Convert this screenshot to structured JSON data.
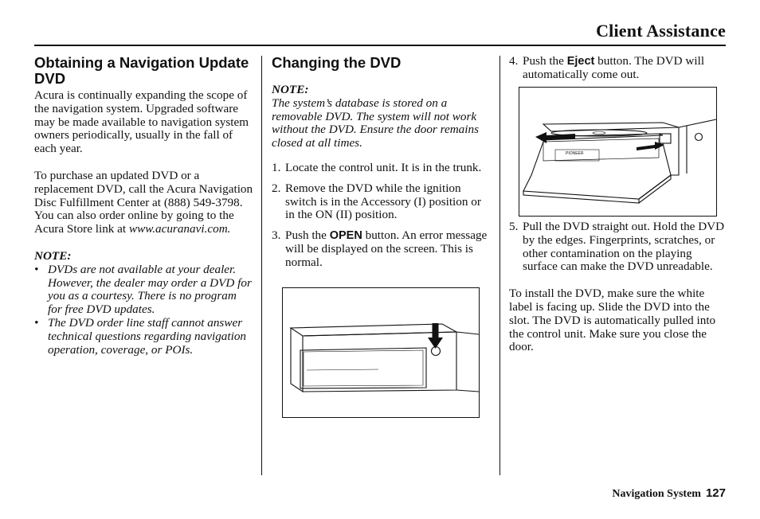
{
  "header": {
    "title": "Client Assistance"
  },
  "left": {
    "heading": "Obtaining a Navigation Update DVD",
    "para1": "Acura is continually expanding the scope of the navigation system. Upgraded software may be made available to navigation system owners periodically, usually in the fall of each year.",
    "para2_text": "To purchase an updated DVD or a replacement DVD, call the Acura Navigation Disc Fulfillment Center at (888) 549-3798. You can also order online by going to the Acura Store link at ",
    "para2_link": "www.acuranavi.com.",
    "note_label": "NOTE:",
    "bullets": [
      "DVDs are not available at your dealer. However, the dealer may order a DVD for you as a courtesy. There is no program for free DVD updates.",
      "The DVD order line staff cannot answer technical questions regarding navigation operation, coverage, or POIs."
    ]
  },
  "middle": {
    "heading": "Changing the DVD",
    "note_label": "NOTE:",
    "note_text": "The system’s database is stored on a removable DVD. The system will not work without the DVD. Ensure the door remains closed at all times.",
    "step1_num": "1.",
    "step1": "Locate the control unit. It is in the trunk.",
    "step2_num": "2.",
    "step2": "Remove the DVD while the ignition switch is in the Accessory (I) position or in the ON (II) position.",
    "step3_num": "3.",
    "step3_pre": "Push the ",
    "step3_btn": "OPEN",
    "step3_post": " button. An error message will be displayed on the screen. This is normal."
  },
  "right": {
    "step4_num": "4.",
    "step4_pre": "Push the ",
    "step4_btn": "Eject",
    "step4_post": " button. The DVD will automatically come out.",
    "fig_label": "PIONEER",
    "step5_num": "5.",
    "step5": "Pull the DVD straight out. Hold the DVD by the edges. Fingerprints, scratches, or other contamination on the playing surface can make the DVD unreadable.",
    "para": "To install the DVD, make sure the white label is facing up. Slide the DVD into the slot. The DVD is automatically pulled into the control unit. Make sure you close the door."
  },
  "footer": {
    "label": "Navigation System",
    "page": "127"
  }
}
